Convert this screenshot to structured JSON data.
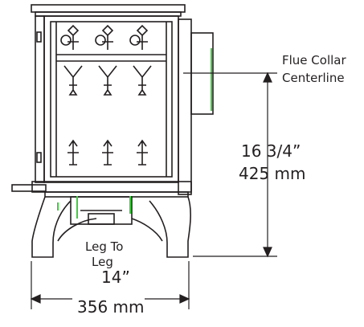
{
  "labels": {
    "flue_line1": "Flue Collar",
    "flue_line2": "Centerline",
    "height_imperial": "16 3/4”",
    "height_metric": "425 mm",
    "leg_line1": "Leg To",
    "leg_line2": "Leg",
    "width_imperial": "14”",
    "width_metric": "356 mm"
  },
  "colors": {
    "line": "#231f20",
    "accent": "#3ccf3c"
  }
}
